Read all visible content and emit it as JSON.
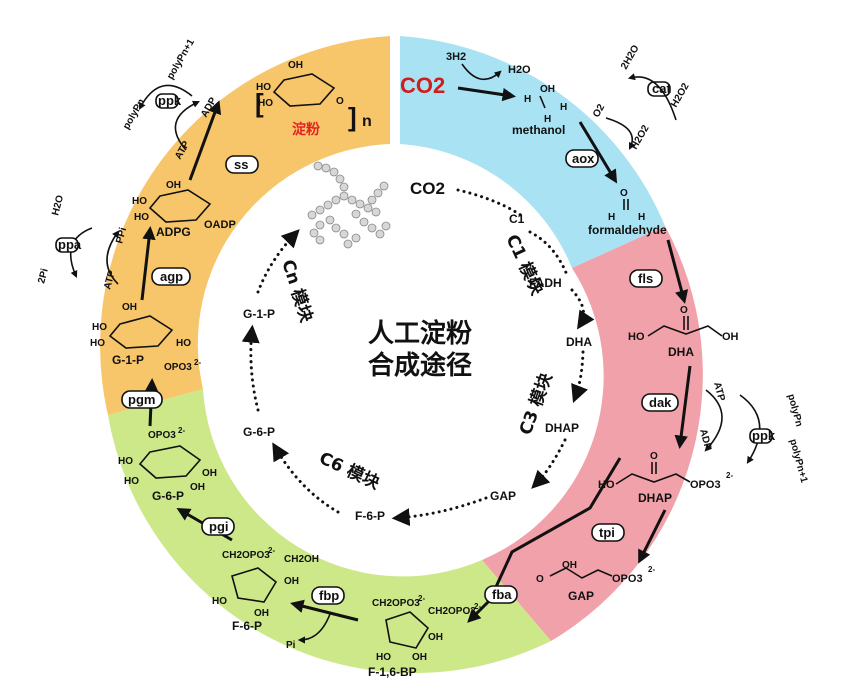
{
  "center_title": {
    "line1": "人工淀粉",
    "line2": "合成途径"
  },
  "segment_colors": {
    "c1_segment": "#a8e2f3",
    "c3_segment": "#f1a1a9",
    "c6_segment": "#cde889",
    "cn_segment": "#f7c56a",
    "co2_highlight": "#d21d1d",
    "starch_highlight": "#e52222"
  },
  "inner_cycle": {
    "co2": "CO2",
    "c1": "C1",
    "fadh": "FADH",
    "dha": "DHA",
    "dhap": "DHAP",
    "gap": "GAP",
    "f6p": "F-6-P",
    "g6p": "G-6-P",
    "g1p": "G-1-P",
    "c1_module": "C1 模块",
    "c3_module": "C3 模块",
    "c6_module": "C6 模块",
    "cn_module": "Cn 模块"
  },
  "c1_segment": {
    "co2": "CO2",
    "h2_in": "3H2",
    "h2o_out": "H2O",
    "methanol": "methanol",
    "methanol_oh": "OH",
    "h": "H",
    "o2": "O2",
    "h2o2": "H2O2",
    "enzyme_aox": "aox",
    "enzyme_cat": "cat",
    "two_h2o": "2H2O",
    "h2o2_b": "H2O2",
    "formaldehyde": "formaldehyde",
    "formaldehyde_o": "O"
  },
  "c3_segment": {
    "enzyme_fls": "fls",
    "dha": "DHA",
    "ho": "HO",
    "oh": "OH",
    "o": "O",
    "enzyme_dak": "dak",
    "atp": "ATP",
    "adp": "ADP",
    "polyp_n": "polyPn",
    "enzyme_ppk": "ppk",
    "polyp_n1": "polyPn+1",
    "dhap": "DHAP",
    "dhap_ho": "HO",
    "dhap_opo3": "OPO3",
    "dhap_charge": "2-",
    "enzyme_tpi": "tpi",
    "gap": "GAP",
    "gap_oh": "OH",
    "gap_o": "O",
    "gap_opo3": "OPO3",
    "gap_charge": "2-"
  },
  "c6_segment": {
    "enzyme_fba": "fba",
    "f16bp": "F-1,6-BP",
    "f16bp_ch2": "CH2OPO3",
    "f16bp_ch2_charge": "2-",
    "f16bp_ch2b": "CH2OPO3",
    "f16bp_ch2b_charge": "2-",
    "f16bp_oh1": "OH",
    "f16bp_oh2": "HO",
    "f16bp_oh3": "OH",
    "enzyme_fbp": "fbp",
    "pi": "Pi",
    "f6p": "F-6-P",
    "f6p_ch2": "CH2OPO3",
    "f6p_charge": "2-",
    "f6p_ch2oh": "CH2OH",
    "f6p_oh1": "OH",
    "f6p_ho": "HO",
    "f6p_oh2": "OH",
    "enzyme_pgi": "pgi",
    "g6p": "G-6-P",
    "g6p_opo3": "OPO3",
    "g6p_charge": "2-",
    "g6p_ho": "HO",
    "g6p_ho2": "HO",
    "g6p_oh1": "OH",
    "g6p_oh2": "OH"
  },
  "cn_segment": {
    "enzyme_pgm": "pgm",
    "g1p": "G-1-P",
    "g1p_opo3": "OPO3",
    "g1p_charge": "2-",
    "g1p_oh": "OH",
    "g1p_ho": "HO",
    "g1p_ho2": "HO",
    "g1p_ho3": "HO",
    "enzyme_agp": "agp",
    "atp": "ATP",
    "ppi": "PPi",
    "h2o": "H2O",
    "enzyme_ppa": "ppa",
    "two_pi": "2Pi",
    "adpg": "ADPG",
    "oadp": "OADP",
    "adpg_oh": "OH",
    "adpg_ho": "HO",
    "adpg_ho2": "HO",
    "enzyme_ss": "ss",
    "atp_b": "ATP",
    "adp": "ADP",
    "polyp_n": "polyPn",
    "enzyme_ppk": "ppk",
    "polyp_n1": "polyPn+1",
    "starch": "淀粉",
    "starch_n": "n",
    "starch_oh": "OH",
    "starch_ho": "HO",
    "starch_ho2": "HO",
    "starch_o": "O"
  }
}
